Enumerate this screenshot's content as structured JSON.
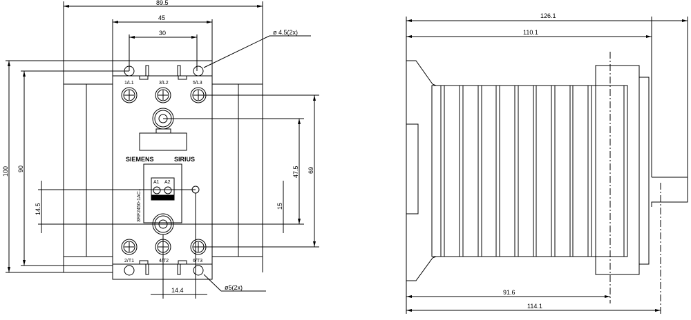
{
  "front_view": {
    "dimensions": {
      "overall_width": "89.5",
      "body_width": "45",
      "hole_spacing": "30",
      "overall_height": "100",
      "hole_height": "90",
      "offset_14_5": "14.5",
      "dim_47_5": "47.5",
      "dim_69": "69",
      "dim_15": "15",
      "dim_14_4": "14.4"
    },
    "callouts": {
      "top_holes": "ø 4.5(2x)",
      "bottom_holes": "ø5(2x)"
    },
    "terminals_top": [
      "1/L1",
      "3/L2",
      "5/L3"
    ],
    "terminals_bottom": [
      "2/T1",
      "4/T2",
      "6/T3"
    ],
    "brand": "SIEMENS",
    "product_line": "SIRIUS",
    "control_terminals": [
      "A1",
      "A2"
    ],
    "model": "3RF2450-1AC.."
  },
  "side_view": {
    "dimensions": {
      "overall_depth": "126.1",
      "depth_110": "110.1",
      "depth_91_6": "91.6",
      "depth_114_1": "114.1"
    }
  }
}
